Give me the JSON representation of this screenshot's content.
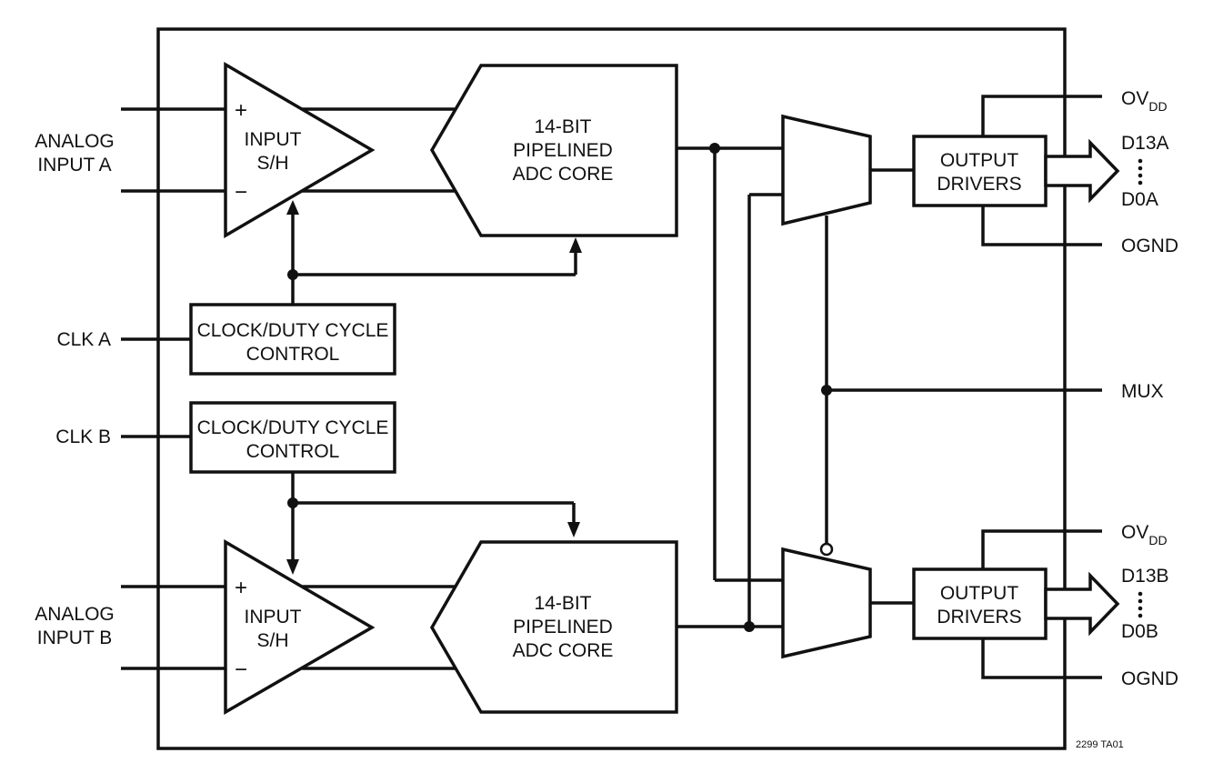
{
  "labels": {
    "analog_a_1": "ANALOG",
    "analog_a_2": "INPUT A",
    "analog_b_1": "ANALOG",
    "analog_b_2": "INPUT B",
    "clk_a": "CLK A",
    "clk_b": "CLK B",
    "mux": "MUX",
    "ovdd": "OV",
    "ovdd_sub": "DD",
    "ognd": "OGND",
    "d13a": "D13A",
    "d0a": "D0A",
    "d13b": "D13B",
    "d0b": "D0B",
    "figure_code": "2299 TA01"
  },
  "blocks": {
    "sh_line1": "INPUT",
    "sh_line2": "S/H",
    "plus": "+",
    "minus": "−",
    "adc_line1": "14-BIT",
    "adc_line2": "PIPELINED",
    "adc_line3": "ADC CORE",
    "clk_line1": "CLOCK/DUTY CYCLE",
    "clk_line2": "CONTROL",
    "out_line1": "OUTPUT",
    "out_line2": "DRIVERS"
  },
  "icons": {
    "sample_hold": "triangle-amplifier-icon",
    "multiplexer": "trapezoid-mux-icon",
    "output_bus": "bus-arrow-icon",
    "ellipsis": "vertical-dots-icon"
  }
}
